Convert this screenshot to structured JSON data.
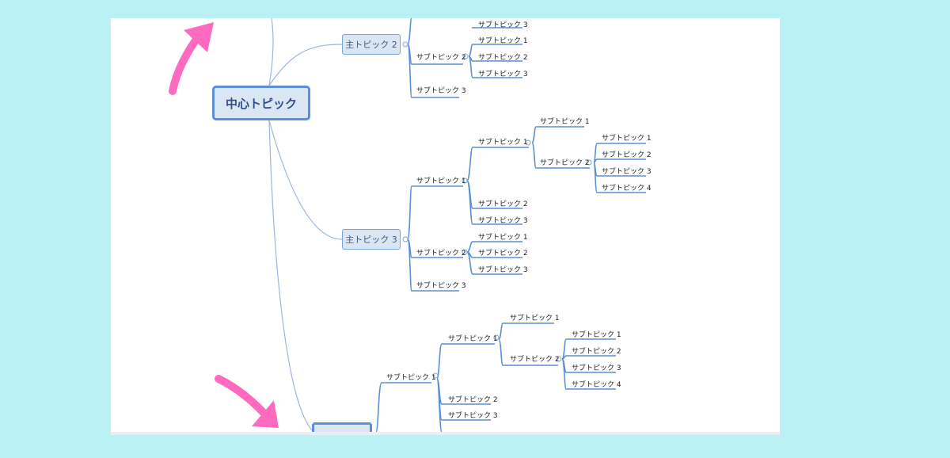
{
  "central_topic": "中心トピック",
  "main_topics": [
    "主トピック 2",
    "主トピック 3"
  ],
  "subtopic_labels": {
    "s1": "サブトピック 1",
    "s2": "サブトピック 2",
    "s3": "サブトピック 3",
    "s4": "サブトピック 4"
  },
  "colors": {
    "background": "#b9f1f4",
    "line": "#5b8fd6",
    "node_fill": "#dbe6f4",
    "arrow": "#ff6ac1"
  }
}
